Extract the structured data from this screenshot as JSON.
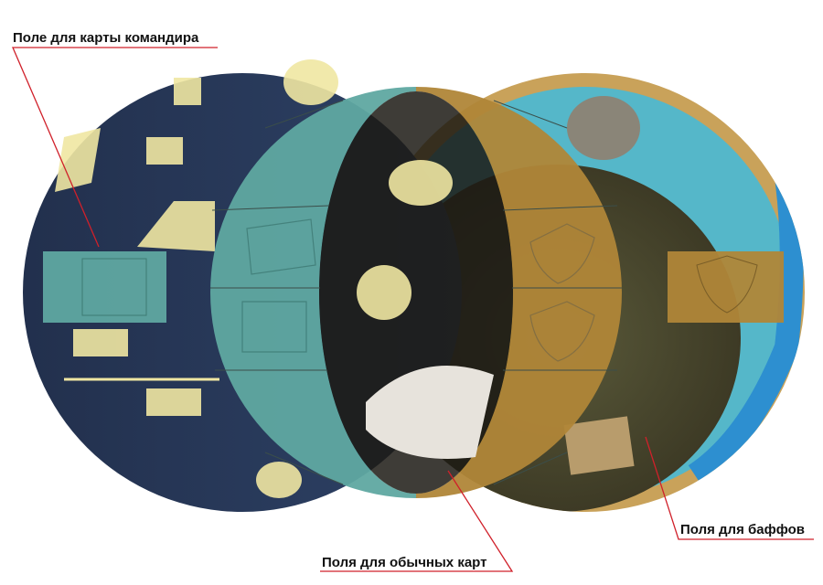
{
  "labels": {
    "commander": "Поле для карты командира",
    "regular": "Поля для обычных карт",
    "buffs": "Поля для баффов"
  },
  "colors": {
    "left_board": "#27395a",
    "right_board": "#4d4a33",
    "teal_slots": "#5fa8a1",
    "gold_slots": "#b08638",
    "leader_line": "#d0202a"
  }
}
